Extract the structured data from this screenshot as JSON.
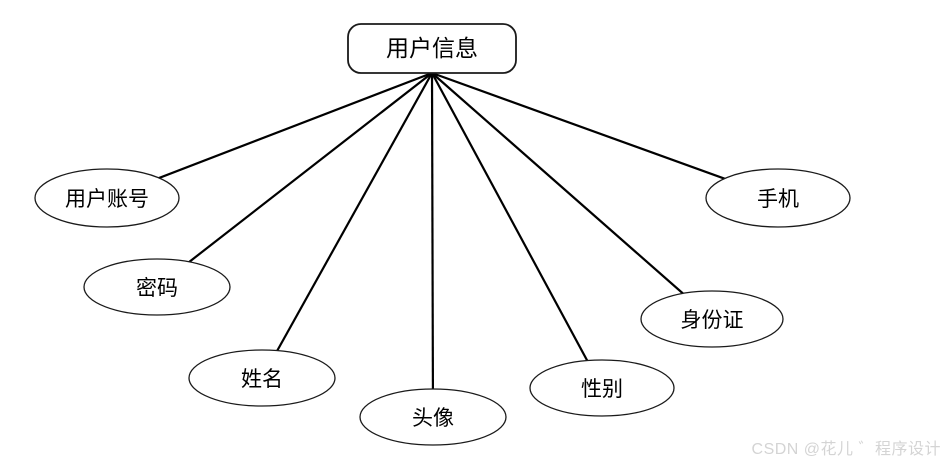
{
  "diagram": {
    "type": "er-attribute-diagram",
    "root": {
      "label": "用户信息",
      "shape": "rounded-rectangle"
    },
    "attributes": [
      {
        "label": "用户账号",
        "shape": "ellipse"
      },
      {
        "label": "密码",
        "shape": "ellipse"
      },
      {
        "label": "姓名",
        "shape": "ellipse"
      },
      {
        "label": "头像",
        "shape": "ellipse"
      },
      {
        "label": "性别",
        "shape": "ellipse"
      },
      {
        "label": "身份证",
        "shape": "ellipse"
      },
      {
        "label": "手机",
        "shape": "ellipse"
      }
    ],
    "colors": {
      "line": "#000000",
      "shape_stroke": "#1a1a1a",
      "shape_fill": "#ffffff",
      "text": "#000000",
      "background": "#ffffff"
    }
  },
  "watermark": {
    "text": "CSDN @花儿 ゛程序设计",
    "color": "#d4d4d4"
  }
}
